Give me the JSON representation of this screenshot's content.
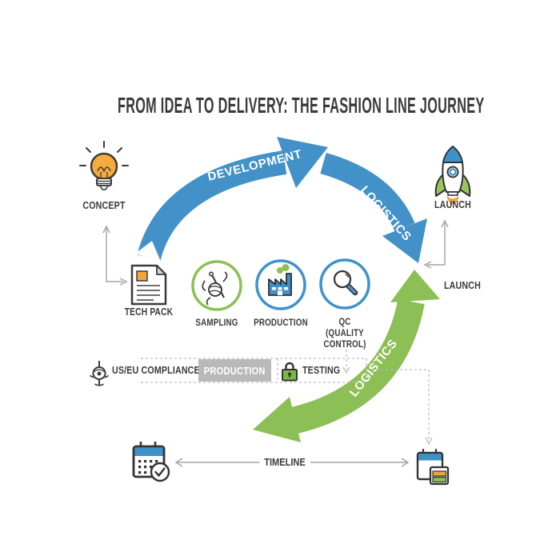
{
  "title": "FROM IDEA TO DELIVERY: THE FASHION LINE JOURNEY",
  "colors": {
    "arrow_blue": "#4291c8",
    "arrow_green": "#8cbf55",
    "ring_blue": "#3f93c9",
    "ring_green": "#8cc152",
    "accent_orange": "#f0a63c",
    "lock_green": "#7cb843",
    "text_dark": "#3b3b3b",
    "connector_gray": "#a3a3a3",
    "box_gray": "#b9b9b9"
  },
  "nodes": {
    "concept": {
      "label": "CONCEPT",
      "icon": "lightbulb-icon"
    },
    "tech_pack": {
      "label": "TECH PACK",
      "icon": "document-icon"
    },
    "sampling": {
      "label": "SAMPLING",
      "icon": "needle-thread-icon",
      "ring_color": "green"
    },
    "production": {
      "label": "PRODUCTION",
      "icon": "factory-icon",
      "ring_color": "blue"
    },
    "qc": {
      "label_line1": "QC",
      "label_line2": "(QUALITY",
      "label_line3": "CONTROL)",
      "icon": "magnifier-icon",
      "ring_color": "blue"
    },
    "launch_top": {
      "label": "LAUNCH",
      "icon": "rocket-icon"
    },
    "launch_side": {
      "label": "LAUNCH"
    }
  },
  "arrows": {
    "development": {
      "label": "DEVELOPMENT",
      "color": "blue"
    },
    "logistics_blue": {
      "label": "LOGISTICS",
      "color": "blue"
    },
    "logistics_green": {
      "label": "LOGISTICS",
      "color": "green"
    }
  },
  "compliance_row": {
    "compliance": {
      "label": "US/EU COMPLIANCE",
      "icon": "stamp-icon"
    },
    "production_box": {
      "label": "PRODUCTION"
    },
    "testing": {
      "label": "TESTING",
      "icon": "lock-icon"
    }
  },
  "timeline_row": {
    "label": "TIMELINE",
    "left_icon": "calendar-check-icon",
    "right_icon": "calendar-schedule-icon"
  }
}
